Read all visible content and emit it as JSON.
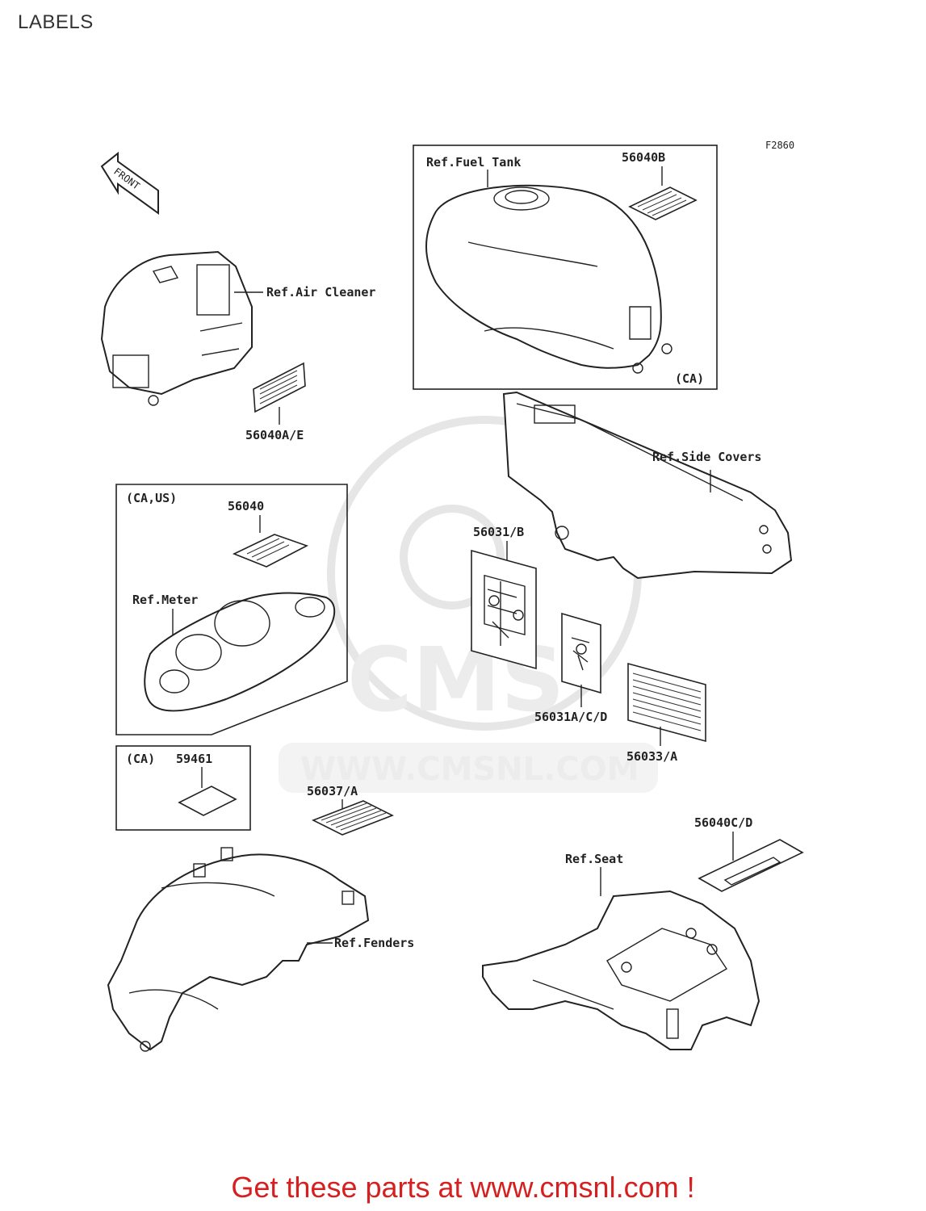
{
  "page": {
    "title": "LABELS",
    "figure_code": "F2860",
    "footer_text": "Get these parts at www.cmsnl.com !"
  },
  "watermark": {
    "text": "WWW.CMSNL.COM",
    "logo_text": "CMS"
  },
  "direction": {
    "front_text": "FRONT"
  },
  "refs": {
    "fuel_tank": "Ref.Fuel Tank",
    "air_cleaner": "Ref.Air Cleaner",
    "side_covers": "Ref.Side Covers",
    "meter": "Ref.Meter",
    "fenders": "Ref.Fenders",
    "seat": "Ref.Seat"
  },
  "variants": {
    "ca": "(CA)",
    "ca_us": "(CA,US)",
    "ca_small": "(CA)"
  },
  "parts": {
    "p56040B": "56040B",
    "p56040AE": "56040A/E",
    "p56040": "56040",
    "p56031B": "56031/B",
    "p56031ACD": "56031A/C/D",
    "p56033A": "56033/A",
    "p59461": "59461",
    "p56037A": "56037/A",
    "p56040CD": "56040C/D"
  },
  "colors": {
    "footer": "#d61f1f",
    "line": "#222222",
    "watermark": "#e6e6e6"
  }
}
